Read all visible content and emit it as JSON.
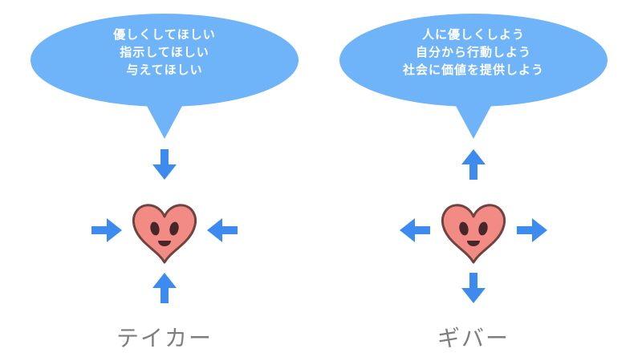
{
  "taker": {
    "bubble_lines": [
      "優しくしてほしい",
      "指示してほしい",
      "与えてほしい"
    ],
    "label": "テイカー",
    "arrow_direction": "inward"
  },
  "giver": {
    "bubble_lines": [
      "人に優しくしよう",
      "自分から行動しよう",
      "社会に価値を提供しよう"
    ],
    "label": "ギバー",
    "arrow_direction": "outward"
  },
  "colors": {
    "background": "#FFFFFF",
    "bubble_fill": "#6FB3F8",
    "bubble_text": "#FFFFFF",
    "arrow_color": "#3E8BEF",
    "heart_fill": "#F18B83",
    "heart_stroke": "#6E4340",
    "face_color": "#45262A",
    "label_color": "#7E7E7E"
  }
}
